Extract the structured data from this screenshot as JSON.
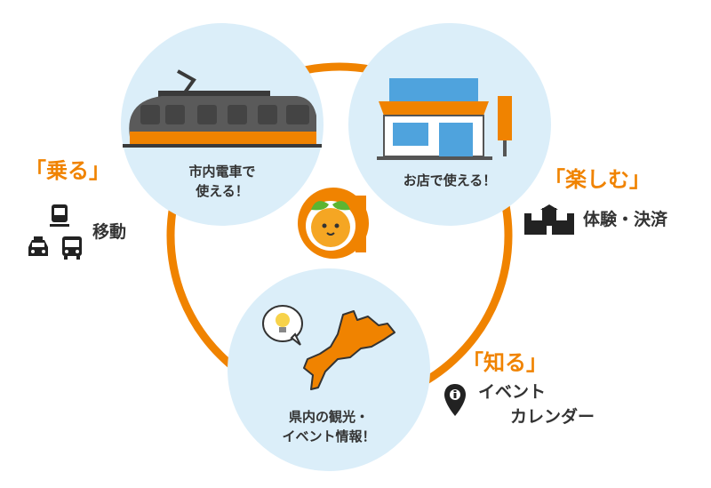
{
  "colors": {
    "accent": "#f08300",
    "bubble": "#dbeef9",
    "text": "#333333"
  },
  "bubbles": {
    "train": {
      "line1": "市内電車で",
      "line2": "使える！",
      "icon": "tram-icon"
    },
    "shop": {
      "line1": "お店で使える！",
      "icon": "shop-icon"
    },
    "info": {
      "line1": "県内の観光・",
      "line2": "イベント情報！",
      "icon": "ehime-map-icon"
    }
  },
  "categories": {
    "ride": {
      "heading": "「乗る」",
      "label": "移動",
      "icons": [
        "tram-icon",
        "taxi-icon",
        "bus-icon"
      ]
    },
    "enjoy": {
      "heading": "「楽しむ」",
      "label": "体験・決済",
      "icon": "castle-icon"
    },
    "know": {
      "heading": "「知る」",
      "label_line1": "イベント",
      "label_line2": "カレンダー",
      "icon": "location-pin-icon"
    }
  },
  "center": {
    "icon": "mikyan-mascot-icon"
  }
}
